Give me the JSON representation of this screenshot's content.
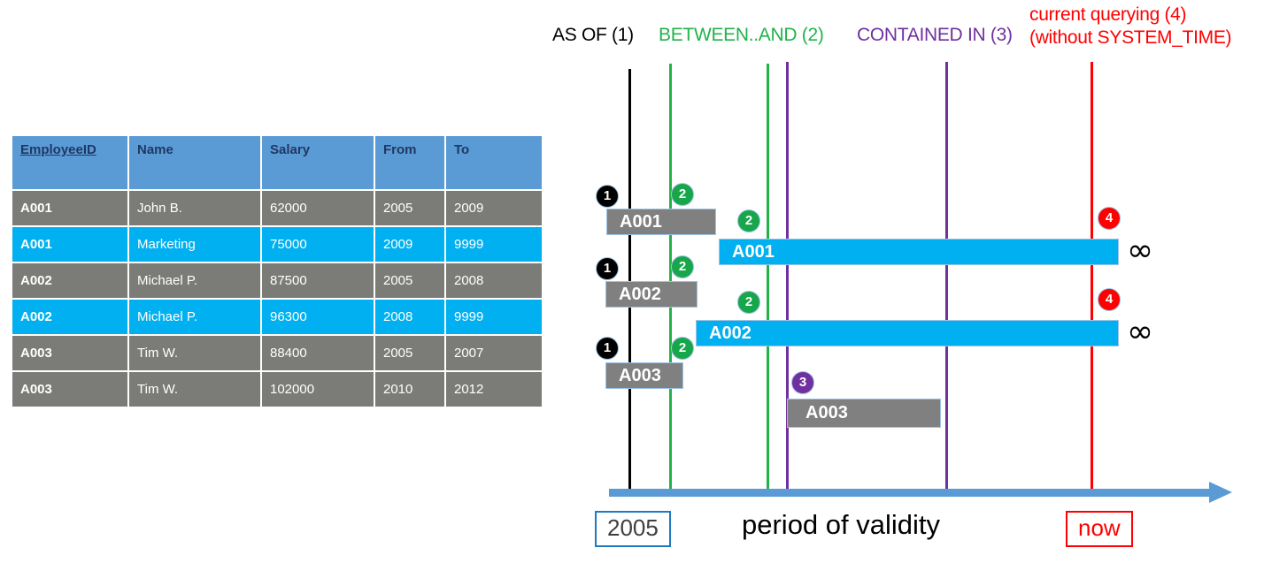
{
  "table": {
    "columns": [
      "EmployeeID",
      "Name",
      "Salary",
      "From",
      "To"
    ],
    "rows": [
      {
        "style": "gray",
        "id": "A001",
        "name": "John  B.",
        "salary": "62000",
        "from": "2005",
        "to": "2009"
      },
      {
        "style": "cyan",
        "id": "A001",
        "name": "Marketing",
        "salary": "75000",
        "from": "2009",
        "to": "9999"
      },
      {
        "style": "gray",
        "id": "A002",
        "name": "Michael P.",
        "salary": "87500",
        "from": "2005",
        "to": "2008"
      },
      {
        "style": "cyan",
        "id": "A002",
        "name": "Michael P.",
        "salary": "96300",
        "from": "2008",
        "to": "9999"
      },
      {
        "style": "gray",
        "id": "A003",
        "name": "Tim W.",
        "salary": "88400",
        "from": "2005",
        "to": "2007"
      },
      {
        "style": "gray",
        "id": "A003",
        "name": "Tim W.",
        "salary": "102000",
        "from": "2010",
        "to": "2012"
      }
    ]
  },
  "diagram": {
    "legend": {
      "as_of": "AS OF (1)",
      "between_and": "BETWEEN..AND (2)",
      "contained_in": "CONTAINED IN (3)",
      "current_line1": "current querying (4)",
      "current_line2": "(without SYSTEM_TIME)"
    },
    "colors": {
      "as_of": "#000000",
      "between_and": "#21b34a",
      "contained_in": "#7030a0",
      "current": "#ff0000",
      "gray_bar": "#808080",
      "cyan_bar": "#00b0f0",
      "axis": "#5b9bd5"
    },
    "bars": [
      {
        "label": "A001",
        "style": "gray"
      },
      {
        "label": "A001",
        "style": "cyan"
      },
      {
        "label": "A002",
        "style": "gray"
      },
      {
        "label": "A002",
        "style": "cyan"
      },
      {
        "label": "A003",
        "style": "gray"
      },
      {
        "label": "A003",
        "style": "gray"
      }
    ],
    "markers": [
      {
        "number": "1",
        "kind": "m1"
      },
      {
        "number": "2",
        "kind": "m2"
      },
      {
        "number": "2",
        "kind": "m2"
      },
      {
        "number": "4",
        "kind": "m4"
      },
      {
        "number": "1",
        "kind": "m1"
      },
      {
        "number": "2",
        "kind": "m2"
      },
      {
        "number": "2",
        "kind": "m2"
      },
      {
        "number": "4",
        "kind": "m4"
      },
      {
        "number": "1",
        "kind": "m1"
      },
      {
        "number": "2",
        "kind": "m2"
      },
      {
        "number": "3",
        "kind": "m3"
      }
    ],
    "infinity_symbol": "∞",
    "axis": {
      "start_label": "2005",
      "end_label": "now",
      "caption": "period of validity"
    }
  }
}
